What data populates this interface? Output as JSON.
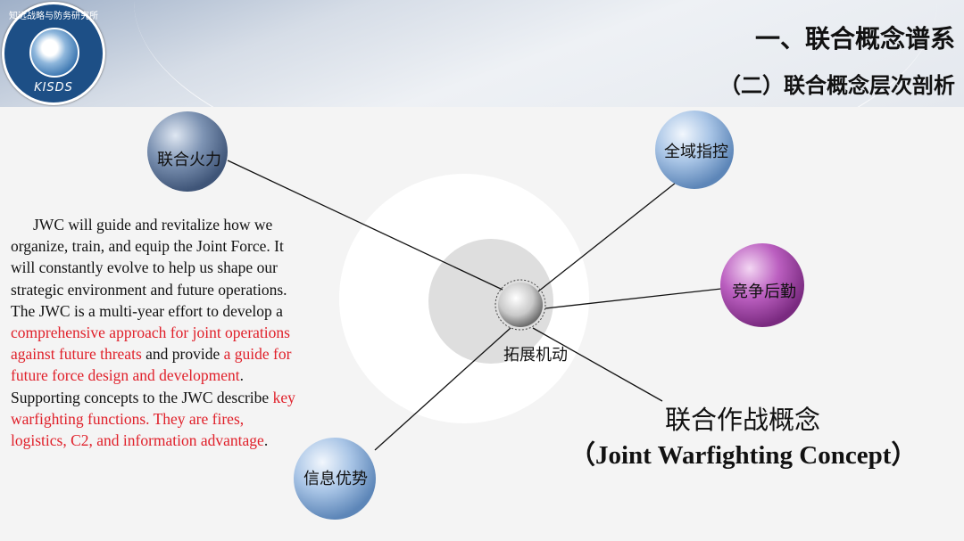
{
  "header": {
    "logo": {
      "ring_text": "知远战略与防务研究所",
      "abbr": "KISDS"
    },
    "title": "一、联合概念谱系",
    "subtitle": "（二）联合概念层次剖析"
  },
  "diagram": {
    "center": {
      "label": "拓展机动"
    },
    "nodes": [
      {
        "id": "fires",
        "label": "联合火力",
        "color": "#6f86a8"
      },
      {
        "id": "c2",
        "label": "全域指控",
        "color": "#9dbbe0"
      },
      {
        "id": "logistics",
        "label": "竞争后勤",
        "color": "#b14fb6"
      },
      {
        "id": "info",
        "label": "信息优势",
        "color": "#9dbbe0"
      }
    ],
    "concept_cn": "联合作战概念",
    "concept_en": "（Joint Warfighting Concept）"
  },
  "paragraph": [
    [
      {
        "t": "JWC will guide and revitalize how we",
        "red": false
      }
    ],
    [
      {
        "t": "organize, train, and equip the Joint Force. It",
        "red": false
      }
    ],
    [
      {
        "t": "will constantly evolve to help us shape our",
        "red": false
      }
    ],
    [
      {
        "t": "strategic environment and future operations.",
        "red": false
      }
    ],
    [
      {
        "t": "The JWC is a multi-year effort to develop a",
        "red": false
      }
    ],
    [
      {
        "t": "comprehensive approach for joint operations",
        "red": true
      }
    ],
    [
      {
        "t": "against future threats",
        "red": true
      },
      {
        "t": " and provide ",
        "red": false
      },
      {
        "t": "a guide for",
        "red": true
      }
    ],
    [
      {
        "t": "future force design and development",
        "red": true
      },
      {
        "t": ".",
        "red": false
      }
    ],
    [
      {
        "t": "Supporting concepts to the JWC describe ",
        "red": false
      },
      {
        "t": "key",
        "red": true
      }
    ],
    [
      {
        "t": "warfighting functions. They are fires,",
        "red": true
      }
    ],
    [
      {
        "t": "logistics, C2, and information advantage",
        "red": true
      },
      {
        "t": ".",
        "red": false
      }
    ]
  ]
}
